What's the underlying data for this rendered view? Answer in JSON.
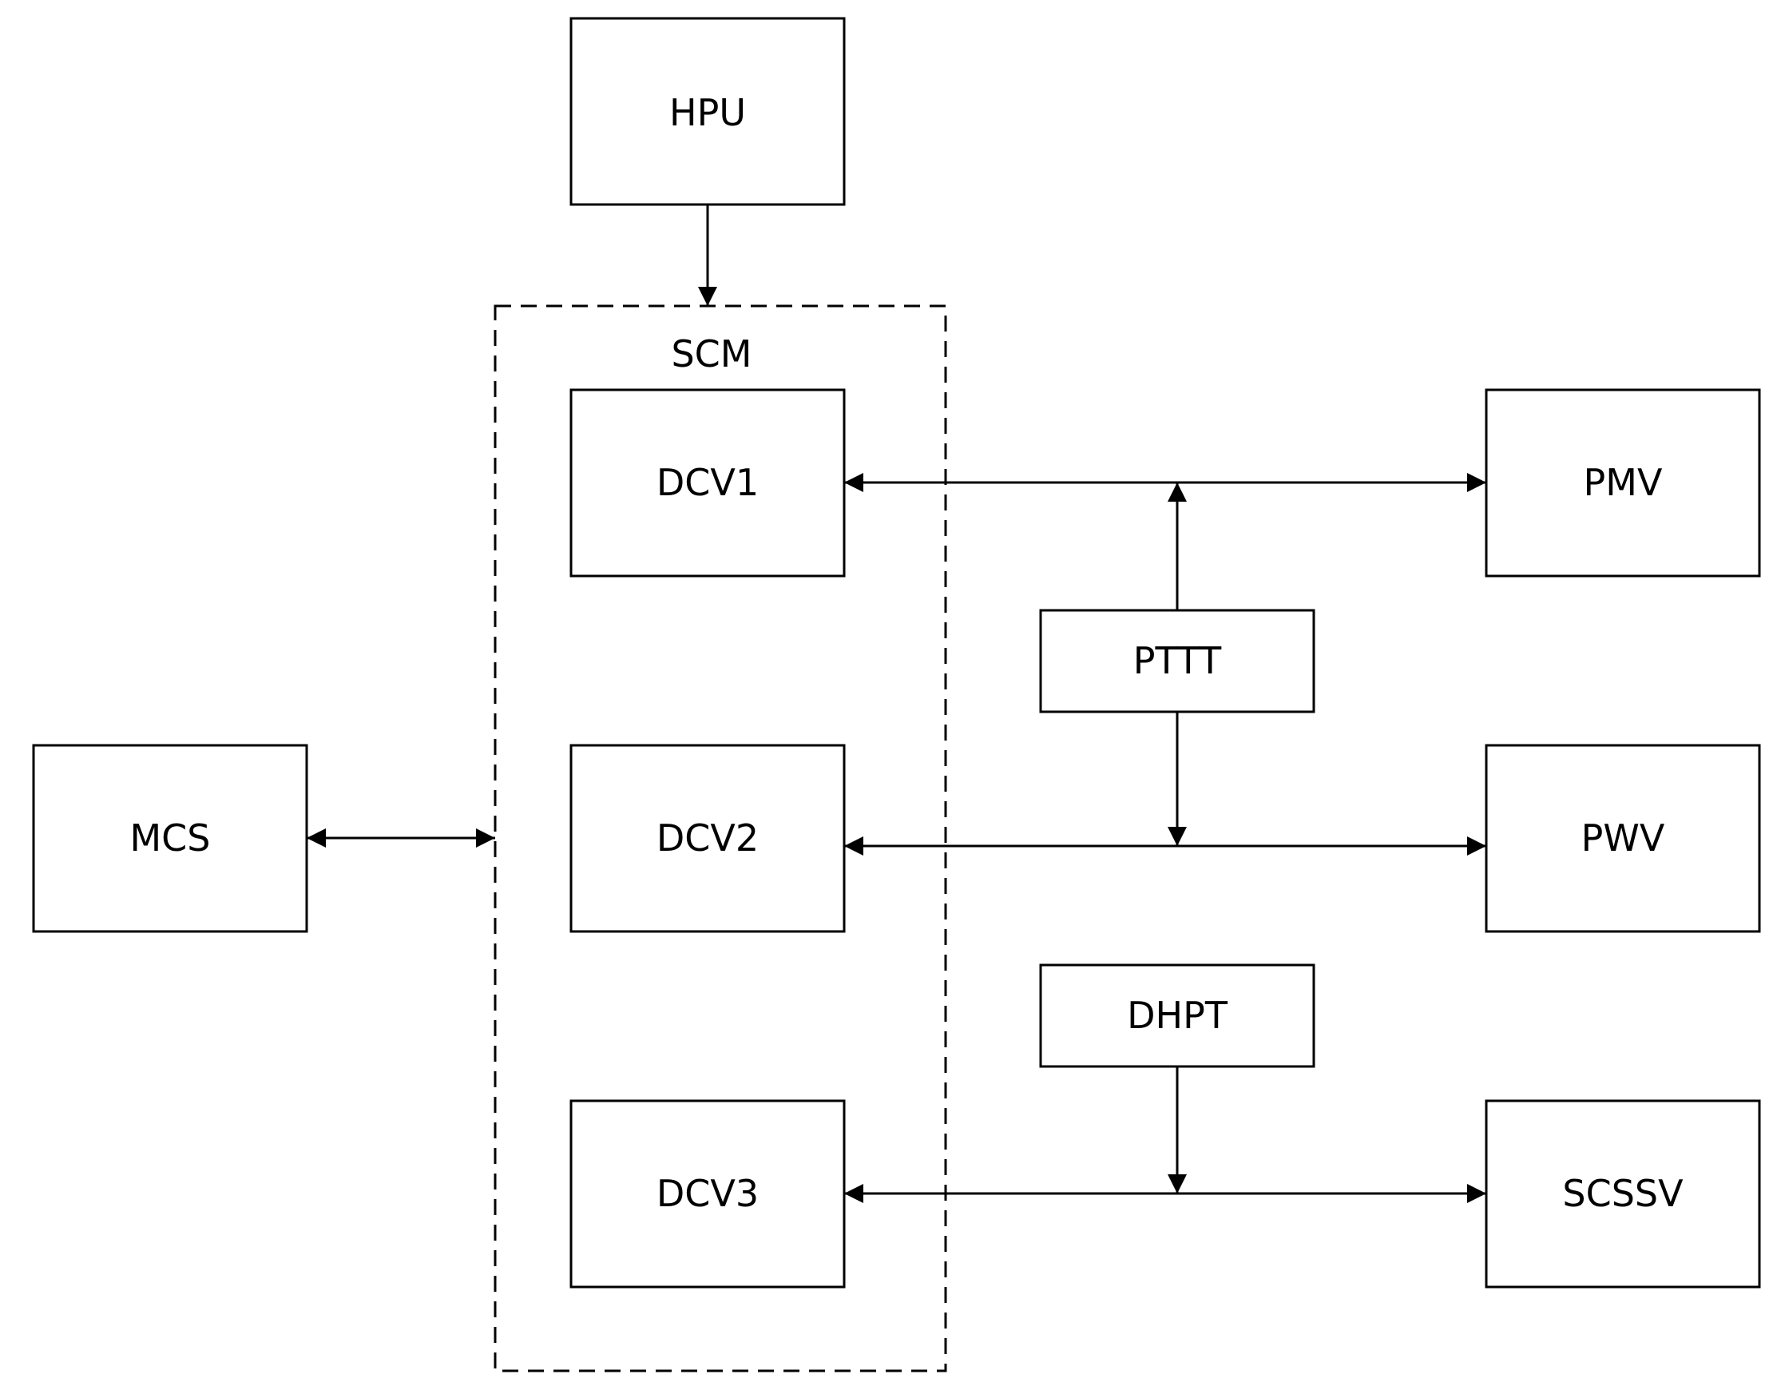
{
  "blocks": {
    "hpu": "HPU",
    "scm": "SCM",
    "dcv1": "DCV1",
    "dcv2": "DCV2",
    "dcv3": "DCV3",
    "mcs": "MCS",
    "pmv": "PMV",
    "pwv": "PWV",
    "scssv": "SCSSV",
    "pttt": "PTTT",
    "dhpt": "DHPT"
  },
  "connections": [
    {
      "from": "HPU",
      "to": "SCM",
      "direction": "one-way"
    },
    {
      "from": "MCS",
      "to": "SCM",
      "direction": "two-way"
    },
    {
      "from": "DCV1",
      "to": "PMV",
      "direction": "two-way"
    },
    {
      "from": "DCV2",
      "to": "PWV",
      "direction": "two-way"
    },
    {
      "from": "DCV3",
      "to": "SCSSV",
      "direction": "two-way"
    },
    {
      "from": "PTTT",
      "to": "DCV1-PMV line",
      "direction": "one-way"
    },
    {
      "from": "PTTT",
      "to": "DCV2-PWV line",
      "direction": "one-way"
    },
    {
      "from": "DHPT",
      "to": "DCV3-SCSSV line",
      "direction": "one-way"
    }
  ]
}
